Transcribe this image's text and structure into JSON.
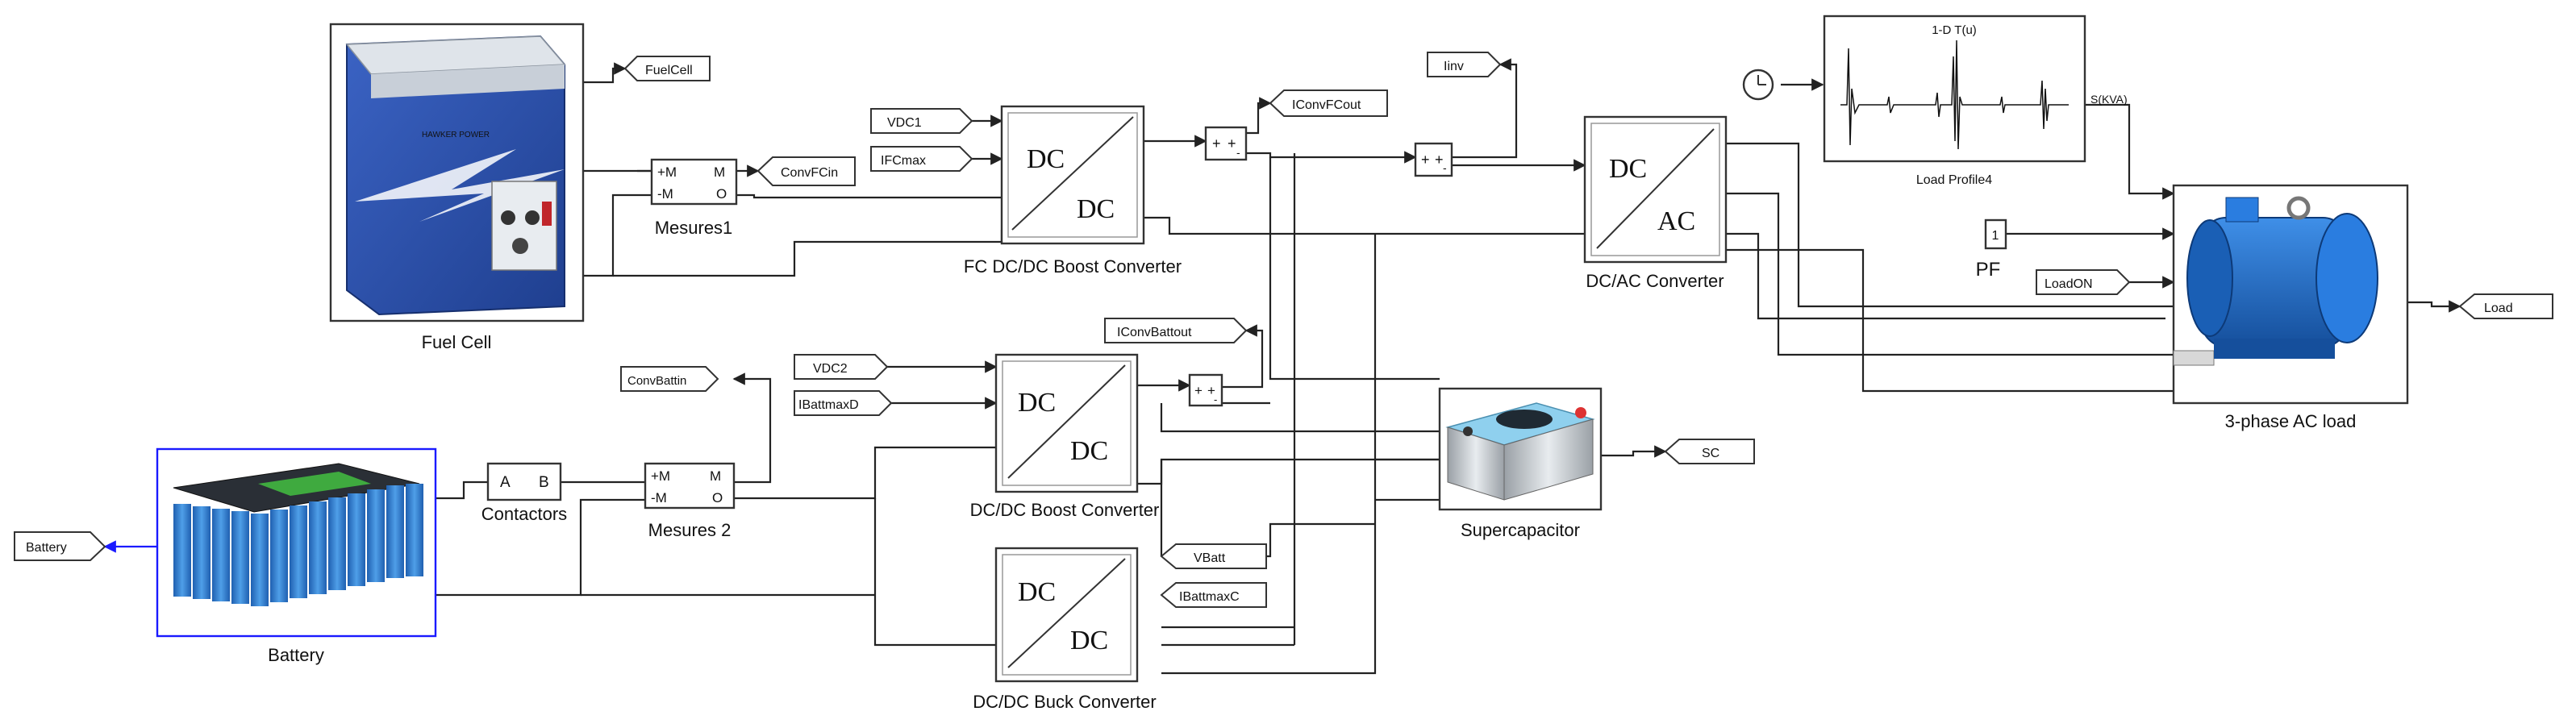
{
  "blocks": {
    "fuel_cell": {
      "label": "Fuel Cell",
      "brand": "HAWKER POWER"
    },
    "mesures1": {
      "label": "Mesures1",
      "port_pm": "+M",
      "port_mm": "-M",
      "port_m": "M",
      "port_o": "O"
    },
    "fc_boost": {
      "label": "FC DC/DC Boost Converter",
      "top": "DC",
      "bottom": "DC"
    },
    "dcac": {
      "label": "DC/AC Converter",
      "top": "DC",
      "bottom": "AC"
    },
    "load_profile": {
      "label": "Load Profile4",
      "title": "1-D T(u)"
    },
    "ac_load": {
      "label": "3-phase AC load"
    },
    "pf_const": {
      "value": "1",
      "label": "PF"
    },
    "battery": {
      "label": "Battery"
    },
    "contactors": {
      "label": "Contactors",
      "port_a": "A",
      "port_b": "B"
    },
    "mesures2": {
      "label": "Mesures 2",
      "port_pm": "+M",
      "port_mm": "-M",
      "port_m": "M",
      "port_o": "O"
    },
    "boost": {
      "label": "DC/DC Boost Converter",
      "top": "DC",
      "bottom": "DC"
    },
    "buck": {
      "label": "DC/DC Buck Converter",
      "top": "DC",
      "bottom": "DC"
    },
    "supercap": {
      "label": "Supercapacitor"
    },
    "sum1": {
      "plus": "+",
      "minus": "-"
    },
    "sum2": {
      "plus": "+",
      "minus": "-"
    },
    "sum3": {
      "plus": "+",
      "minus": "-"
    }
  },
  "tags": {
    "fuelcell": "FuelCell",
    "convfcin": "ConvFCin",
    "vdc1": "VDC1",
    "ifcmax": "IFCmax",
    "iconvfcout": "IConvFCout",
    "iinv": "Iinv",
    "skva": "S(KVA)",
    "loadon": "LoadON",
    "load": "Load",
    "convbattin": "ConvBattin",
    "iconvbattout": "IConvBattout",
    "vdc2": "VDC2",
    "ibattmaxd": "IBattmaxD",
    "sc": "SC",
    "battery_out": "Battery",
    "vbatt": "VBatt",
    "ibattmaxc": "IBattmaxC"
  },
  "colors": {
    "battery_accent": "#1a1aff",
    "battery_cell": "#2e7fd6",
    "fuel_cell_blue": "#2b4fa8",
    "motor_blue": "#1f6fd0",
    "supercap_blue": "#7fc6e8"
  },
  "icons": {
    "clock": "clock-icon",
    "switch": "manual-switch-icon"
  }
}
